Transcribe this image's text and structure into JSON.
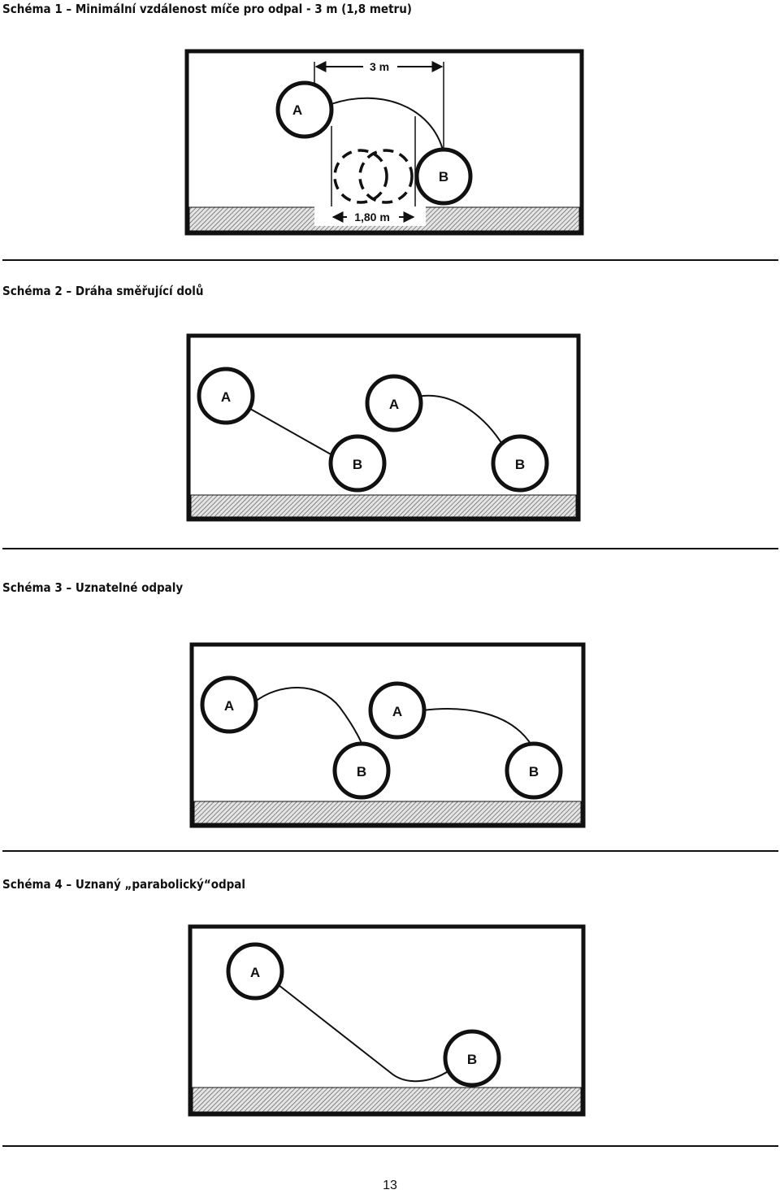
{
  "schema1": {
    "caption": "Schéma 1 – Minimální vzdálenost míče pro odpal - 3 m (1,8 metru)",
    "label_a": "A",
    "label_b": "B",
    "dim_top": "3 m",
    "dim_bottom": "1,80 m"
  },
  "schema2": {
    "caption": "Schéma 2 – Dráha směřující dolů",
    "labels": [
      "A",
      "B",
      "A",
      "B"
    ]
  },
  "schema3": {
    "caption": "Schéma 3 – Uznatelné odpaly",
    "labels": [
      "A",
      "B",
      "A",
      "B"
    ]
  },
  "schema4": {
    "caption": "Schéma 4 – Uznaný „parabolický“odpal",
    "labels": [
      "A",
      "B"
    ]
  },
  "page_number": "13"
}
